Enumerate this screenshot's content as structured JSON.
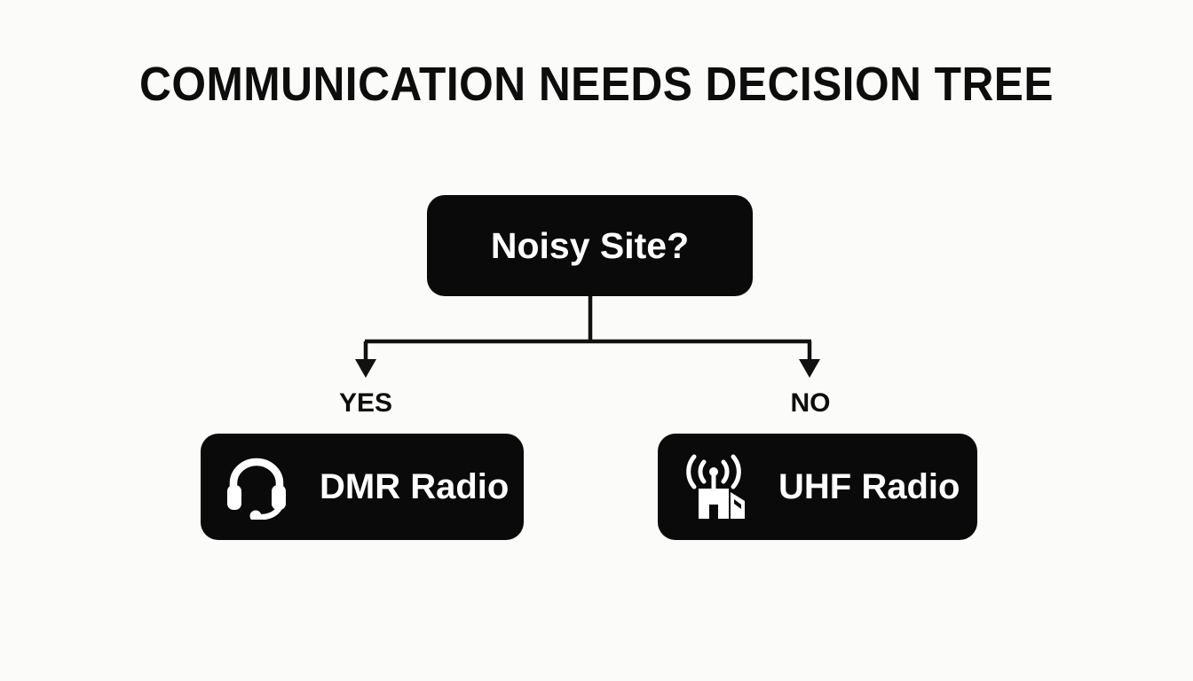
{
  "page": {
    "title": "COMMUNICATION NEEDS DECISION TREE",
    "background_color": "#fbfbf9",
    "node_color": "#0a0a0a",
    "node_text_color": "#ffffff",
    "text_color": "#0d0d0d",
    "connector_color": "#111111"
  },
  "diagram": {
    "type": "decision-tree",
    "root": {
      "label": "Noisy Site?",
      "shape": "rounded-rectangle"
    },
    "branches": [
      {
        "label": "YES",
        "target": "dmr"
      },
      {
        "label": "NO",
        "target": "uhf"
      }
    ],
    "leaves": [
      {
        "id": "dmr",
        "label": "DMR Radio",
        "icon": "headset-icon"
      },
      {
        "id": "uhf",
        "label": "UHF Radio",
        "icon": "radio-tower-icon"
      }
    ]
  }
}
